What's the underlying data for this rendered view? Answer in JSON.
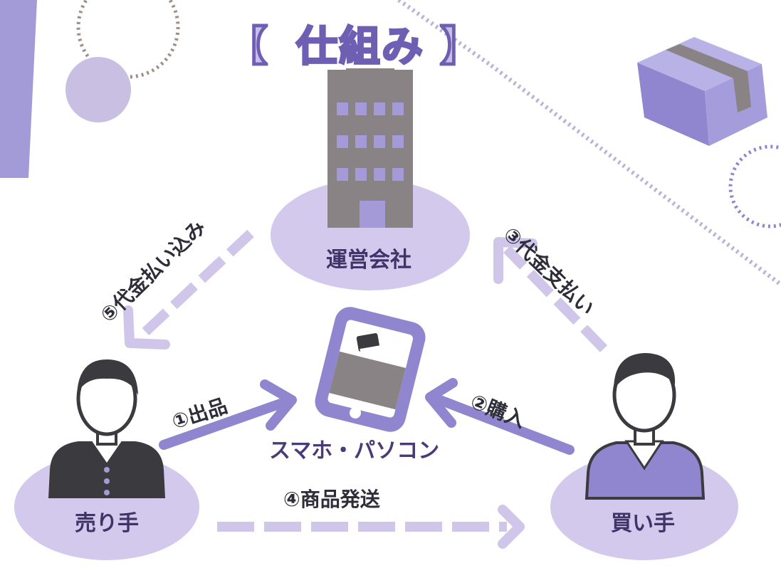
{
  "title": {
    "open_bracket": "【",
    "text": "仕組み",
    "close_bracket": "】"
  },
  "nodes": {
    "company": "運営会社",
    "seller": "売り手",
    "buyer": "買い手",
    "device": "スマホ・パソコン"
  },
  "steps": {
    "step1": "①出品",
    "step2": "②購入",
    "step3": "③代金支払い",
    "step4": "④商品発送",
    "step5": "⑤代金払い込み"
  },
  "colors": {
    "lavender_light": "#d7cfee",
    "lavender_mid": "#b7a9de",
    "arrow_solid": "#8f86cf",
    "building": "#8a8386",
    "window": "#a39ad7",
    "person_dark": "#3b3a3f",
    "box": "#9a92d6"
  }
}
